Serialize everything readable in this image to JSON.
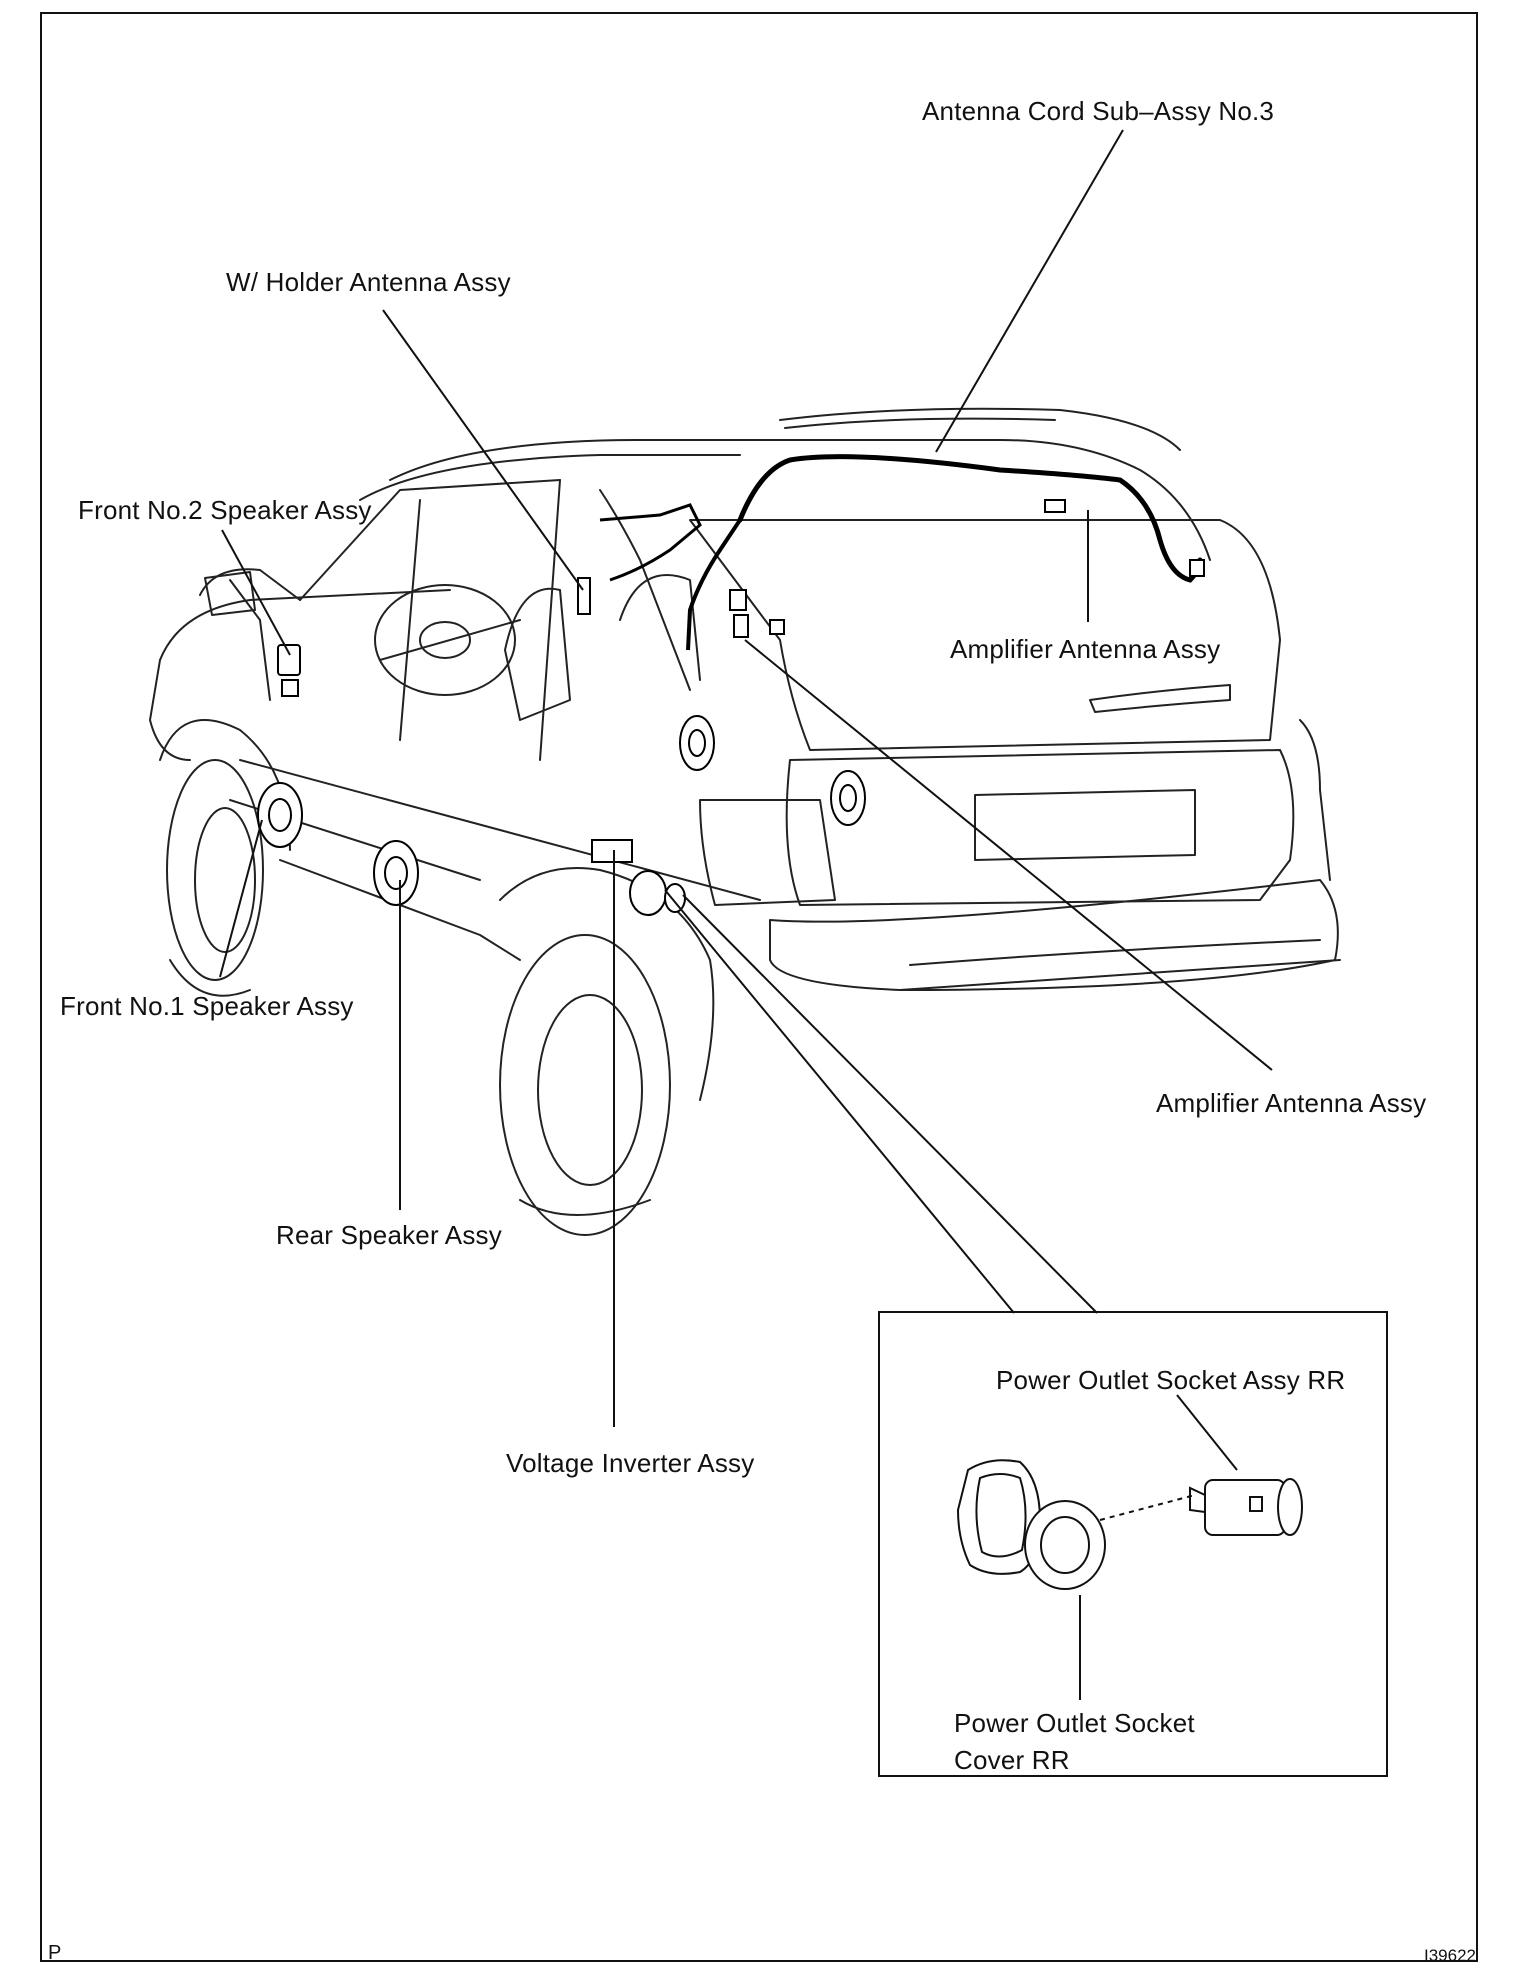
{
  "labels": {
    "antenna_cord": "Antenna Cord Sub–Assy No.3",
    "holder_antenna": "W/ Holder Antenna Assy",
    "front_no2_speaker": "Front No.2 Speaker Assy",
    "amplifier_antenna_upper": "Amplifier Antenna Assy",
    "front_no1_speaker": "Front No.1 Speaker Assy",
    "amplifier_antenna_lower": "Amplifier Antenna Assy",
    "rear_speaker": "Rear Speaker Assy",
    "voltage_inverter": "Voltage Inverter Assy",
    "power_outlet_socket": "Power Outlet Socket Assy RR",
    "power_outlet_cover_line1": "Power Outlet Socket",
    "power_outlet_cover_line2": "Cover RR"
  },
  "footer": {
    "left_code": "P",
    "right_code": "I39622"
  }
}
